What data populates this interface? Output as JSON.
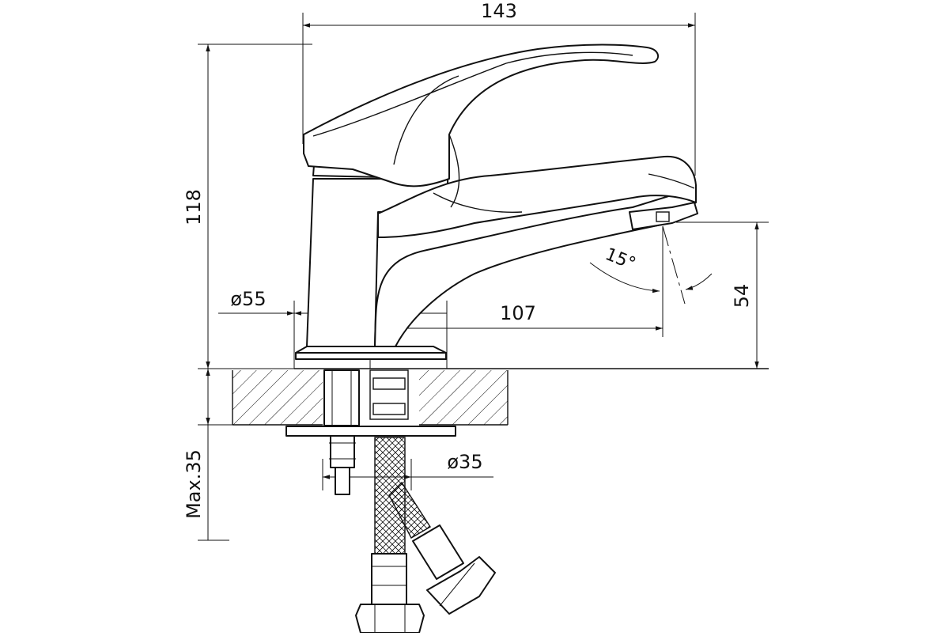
{
  "dimensions": {
    "width": "143",
    "height": "118",
    "base_diameter": "ø55",
    "spout_reach": "107",
    "spout_height": "54",
    "angle": "15°",
    "mount_diameter": "ø35",
    "max_thickness": "Max.35"
  },
  "colors": {
    "line": "#111111",
    "background": "#ffffff"
  }
}
